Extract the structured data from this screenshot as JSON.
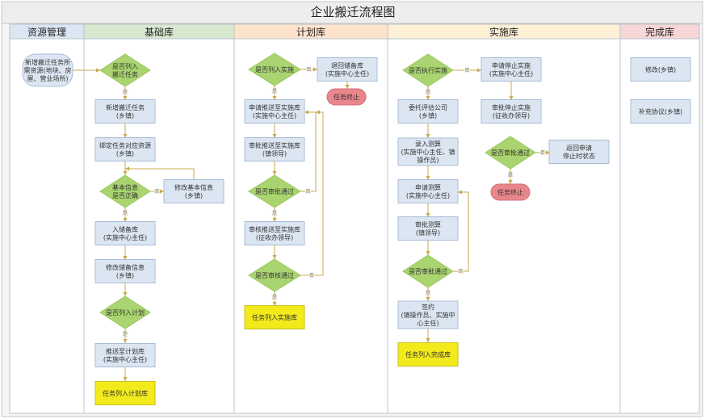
{
  "title": "企业搬迁流程图",
  "lanes": [
    {
      "id": "resource",
      "label": "资源管理",
      "color": "#dce6f2"
    },
    {
      "id": "base",
      "label": "基础库",
      "color": "#d8e9d0"
    },
    {
      "id": "plan",
      "label": "计划库",
      "color": "#fde3cc"
    },
    {
      "id": "impl",
      "label": "实施库",
      "color": "#fdf0d4"
    },
    {
      "id": "done",
      "label": "完成库",
      "color": "#f6d6d6"
    }
  ],
  "colors": {
    "process": "#dce6f2",
    "decision": "#a9d46f",
    "result": "#f3ea1c",
    "terminate": "#e8868c",
    "arrow": "#c9a94c"
  },
  "nodes": {
    "r1": {
      "type": "start",
      "lines": [
        "新增搬迁任务所",
        "需资源(地块、房",
        "屋、营业场所)"
      ]
    },
    "b1": {
      "type": "decision",
      "lines": [
        "是否列入",
        "搬迁任务"
      ]
    },
    "b2": {
      "type": "process",
      "lines": [
        "新增搬迁任务",
        "(乡镇)"
      ]
    },
    "b3": {
      "type": "process",
      "lines": [
        "绑定任务对应资源",
        "(乡镇)"
      ]
    },
    "b4": {
      "type": "decision",
      "lines": [
        "基本信息",
        "是否正确"
      ]
    },
    "b5": {
      "type": "process",
      "lines": [
        "修改基本信息",
        "(乡镇)"
      ]
    },
    "b6": {
      "type": "process",
      "lines": [
        "入储备库",
        "(实施中心主任)"
      ]
    },
    "b7": {
      "type": "process",
      "lines": [
        "修改储备信息",
        "(乡镇)"
      ]
    },
    "b8": {
      "type": "decision",
      "lines": [
        "是否列入计划"
      ]
    },
    "b9": {
      "type": "process",
      "lines": [
        "推送至计划库",
        "(实施中心主任)"
      ]
    },
    "b10": {
      "type": "result",
      "lines": [
        "任务列入计划库"
      ]
    },
    "p1": {
      "type": "decision",
      "lines": [
        "是否列入实施"
      ]
    },
    "p2": {
      "type": "process",
      "lines": [
        "退回储备库",
        "(实施中心主任)"
      ]
    },
    "p3": {
      "type": "terminate",
      "lines": [
        "任务终止"
      ]
    },
    "p4": {
      "type": "process",
      "lines": [
        "申请推送至实施库",
        "(实施中心主任)"
      ]
    },
    "p5": {
      "type": "process",
      "lines": [
        "审批推送至实施库",
        "(镇领导)"
      ]
    },
    "p6": {
      "type": "decision",
      "lines": [
        "是否审批通过"
      ]
    },
    "p7": {
      "type": "process",
      "lines": [
        "审核推送至实施库",
        "(征收办领导)"
      ]
    },
    "p8": {
      "type": "decision",
      "lines": [
        "是否审核通过"
      ]
    },
    "p9": {
      "type": "result",
      "lines": [
        "任务列入实施库"
      ]
    },
    "i1": {
      "type": "decision",
      "lines": [
        "是否执行实施"
      ]
    },
    "i2": {
      "type": "process",
      "lines": [
        "委托评估公司",
        "(乡镇)"
      ]
    },
    "i3": {
      "type": "process",
      "lines": [
        "录入测算",
        "(实施中心主任、镇",
        "操作员)"
      ]
    },
    "i4": {
      "type": "process",
      "lines": [
        "申请测算",
        "(实施中心主任)"
      ]
    },
    "i5": {
      "type": "process",
      "lines": [
        "审批测算",
        "(镇领导)"
      ]
    },
    "i6": {
      "type": "decision",
      "lines": [
        "是否审批通过"
      ]
    },
    "i7": {
      "type": "process",
      "lines": [
        "签约",
        "(镇操作员、实施中",
        "心主任)"
      ]
    },
    "i8": {
      "type": "result",
      "lines": [
        "任务列入完成库"
      ]
    },
    "i9": {
      "type": "process",
      "lines": [
        "申请停止实施",
        "(实施中心主任)"
      ]
    },
    "i10": {
      "type": "process",
      "lines": [
        "审批停止实施",
        "(征收办领导)"
      ]
    },
    "i11": {
      "type": "decision",
      "lines": [
        "是否审批通过"
      ]
    },
    "i12": {
      "type": "process",
      "lines": [
        "返回申请",
        "停止时状态"
      ]
    },
    "i13": {
      "type": "terminate",
      "lines": [
        "任务终止"
      ]
    },
    "d1": {
      "type": "process",
      "lines": [
        "修改(乡镇)"
      ]
    },
    "d2": {
      "type": "process",
      "lines": [
        "补充协议(乡镇)"
      ]
    }
  },
  "edges": [
    {
      "id": "e1",
      "label": ""
    },
    {
      "id": "e2",
      "label": "是"
    },
    {
      "id": "e3",
      "label": ""
    },
    {
      "id": "e4",
      "label": ""
    },
    {
      "id": "e5",
      "label": "否"
    },
    {
      "id": "e6",
      "label": ""
    },
    {
      "id": "e7",
      "label": "是"
    },
    {
      "id": "e8",
      "label": ""
    },
    {
      "id": "e9",
      "label": ""
    },
    {
      "id": "e10",
      "label": "是"
    },
    {
      "id": "e11",
      "label": ""
    },
    {
      "id": "e12",
      "label": "否"
    },
    {
      "id": "e13",
      "label": ""
    },
    {
      "id": "e14",
      "label": "是"
    },
    {
      "id": "e15",
      "label": ""
    },
    {
      "id": "e16",
      "label": ""
    },
    {
      "id": "e17",
      "label": "否"
    },
    {
      "id": "e18",
      "label": "是"
    },
    {
      "id": "e19",
      "label": ""
    },
    {
      "id": "e20",
      "label": "否"
    },
    {
      "id": "e21",
      "label": "是"
    },
    {
      "id": "e22",
      "label": "否"
    },
    {
      "id": "e23",
      "label": "是"
    },
    {
      "id": "e24",
      "label": ""
    },
    {
      "id": "e25",
      "label": ""
    },
    {
      "id": "e26",
      "label": ""
    },
    {
      "id": "e27",
      "label": ""
    },
    {
      "id": "e28",
      "label": "否"
    },
    {
      "id": "e29",
      "label": "是"
    },
    {
      "id": "e30",
      "label": ""
    },
    {
      "id": "e31",
      "label": ""
    },
    {
      "id": "e32",
      "label": "否"
    },
    {
      "id": "e33",
      "label": "是"
    }
  ]
}
